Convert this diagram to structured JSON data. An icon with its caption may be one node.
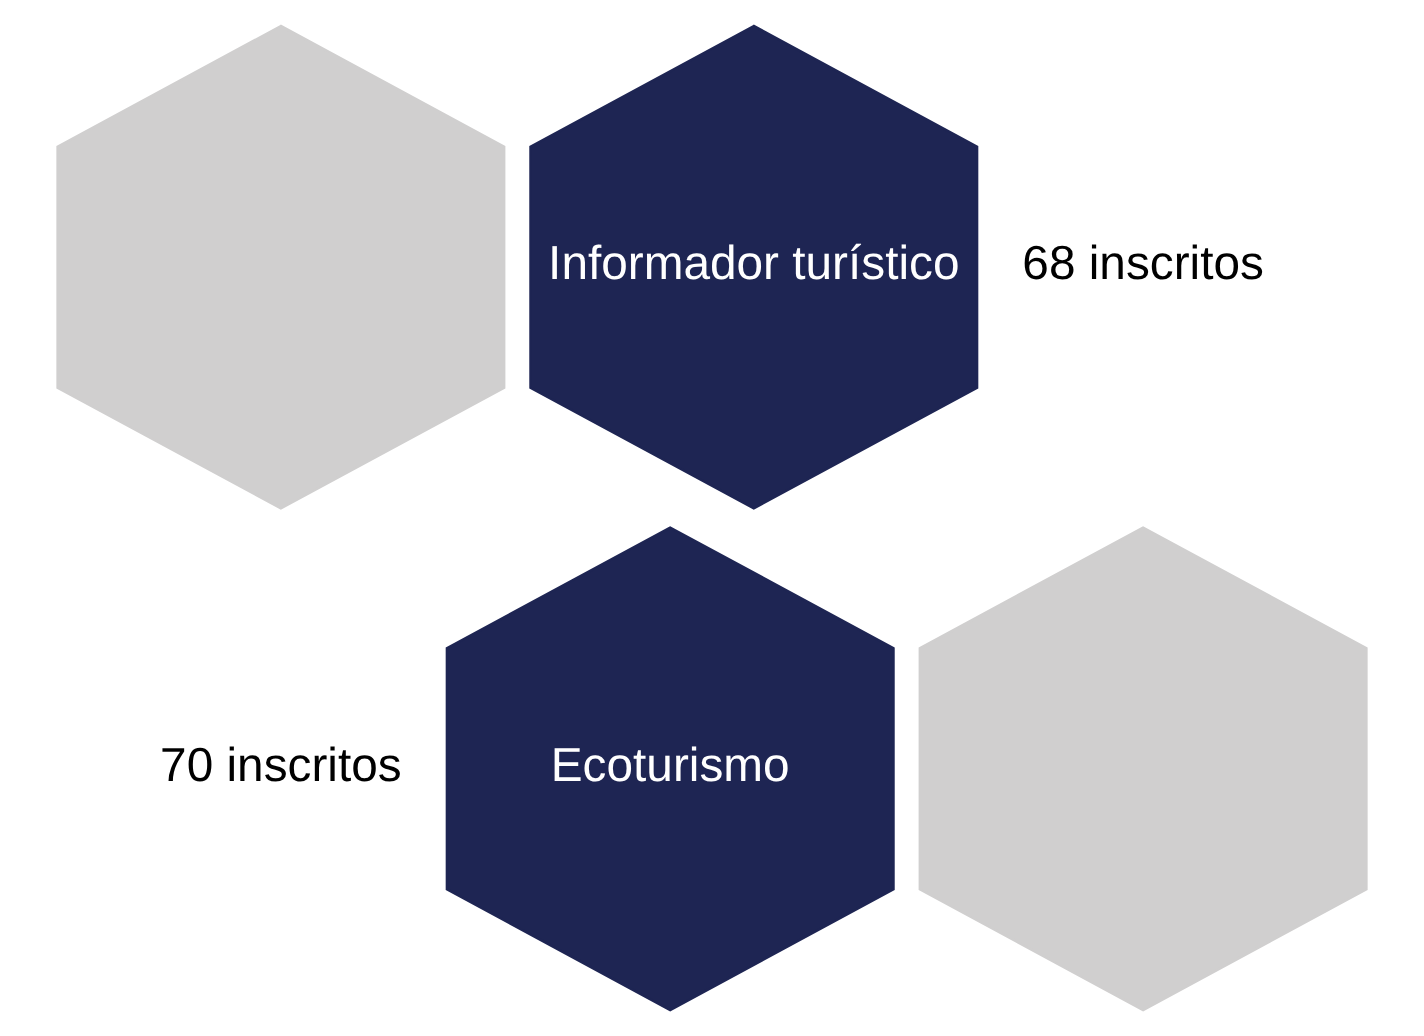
{
  "diagram": {
    "nodes": [
      {
        "text": [],
        "shape": "hexagon"
      },
      {
        "text": [
          "Informador turístico"
        ],
        "beside": [
          "68 inscritos"
        ]
      },
      {
        "text": [
          "Ecoturismo"
        ],
        "beside": [
          "70 inscritos"
        ]
      },
      {
        "text": [],
        "shape": "hexagon"
      }
    ]
  }
}
